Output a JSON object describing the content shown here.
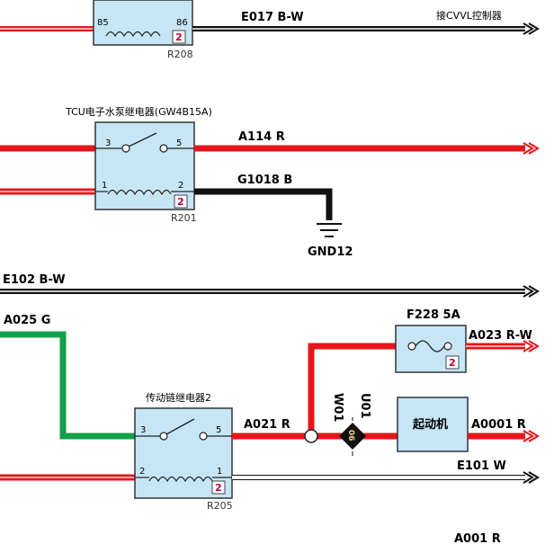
{
  "top_relay": {
    "pin_left": "85",
    "pin_right": "86",
    "badge": "2",
    "connector": "R208",
    "wire_label": "E017 B-W",
    "dest": "接CVVL控制器"
  },
  "tcu_relay": {
    "title": "TCU电子水泵继电器(GW4B15A)",
    "pin_3": "3",
    "pin_5": "5",
    "pin_1": "1",
    "pin_2": "2",
    "badge": "2",
    "connector": "R201",
    "wire_a114": "A114 R",
    "wire_g1018": "G1018 B",
    "ground": "GND12"
  },
  "bus": {
    "e102": "E102 B-W"
  },
  "starter_relay": {
    "title": "传动链继电器2",
    "pin_3": "3",
    "pin_5": "5",
    "pin_2": "2",
    "pin_1": "1",
    "badge": "2",
    "connector": "R205",
    "wire_a025": "A025 G",
    "wire_a021": "A021 R",
    "wire_e101": "E101 W"
  },
  "fuse": {
    "label": "F228 5A",
    "badge": "2",
    "wire_out": "A023 R-W"
  },
  "splice": {
    "top_label": "U01",
    "side_label": "W01",
    "code": "06"
  },
  "starter": {
    "label": "起动机",
    "wire_out": "A0001 R"
  },
  "bottom": {
    "wire_a001": "A001 R"
  },
  "colors": {
    "red_wire": "#e8141b",
    "green_wire": "#13a049",
    "black_wire": "#111111",
    "relay_fill": "#c6e6f5"
  }
}
